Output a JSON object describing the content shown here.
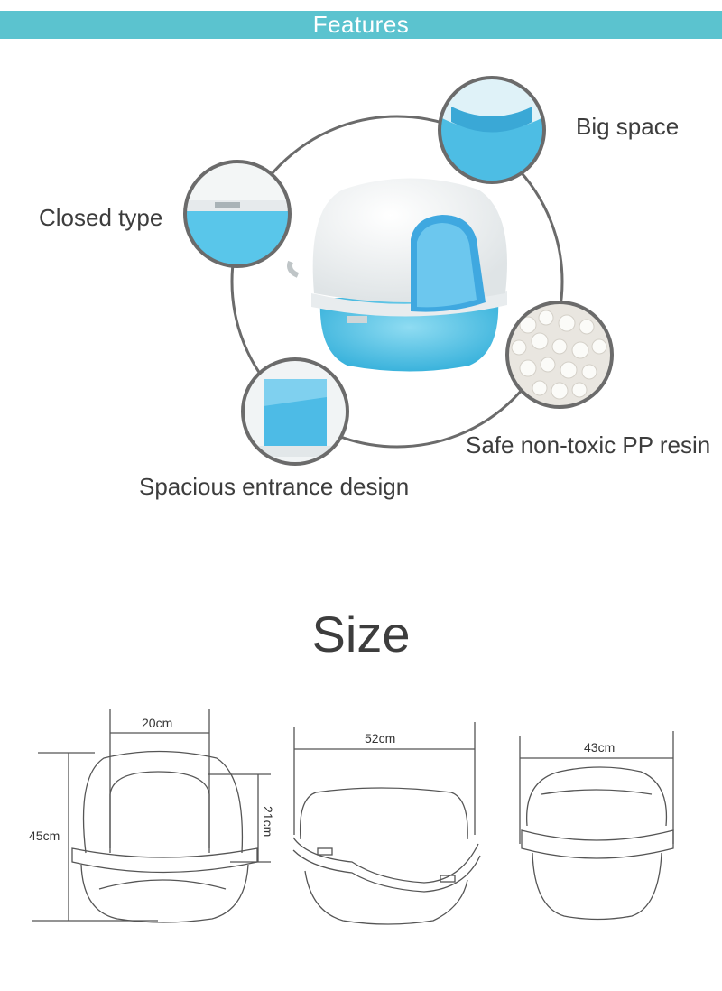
{
  "header": {
    "title": "Features"
  },
  "features": {
    "closed_type": "Closed type",
    "big_space": "Big space",
    "safe_resin": "Safe non-toxic PP resin",
    "entrance": "Spacious entrance design"
  },
  "size_section": {
    "title": "Size",
    "front_top_width": "20cm",
    "front_height": "45cm",
    "front_entrance_height": "21cm",
    "side_width": "52cm",
    "back_width": "43cm"
  },
  "colors": {
    "accent": "#5bc3cf",
    "product_blue": "#4ec1e6",
    "cover_white": "#f4f6f6",
    "ring_gray": "#6b6b6b"
  }
}
